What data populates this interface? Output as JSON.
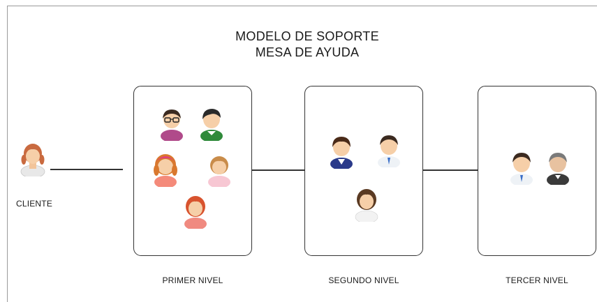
{
  "diagram": {
    "title_line1": "MODELO DE SOPORTE",
    "title_line2": "MESA DE AYUDA",
    "client_label": "CLIENTE",
    "levels": [
      {
        "label": "PRIMER NIVEL"
      },
      {
        "label": "SEGUNDO NIVEL"
      },
      {
        "label": "TERCER NIVEL"
      }
    ]
  },
  "icons": {
    "client": "client-avatar-icon",
    "agents": "person-avatar-icon"
  },
  "colors": {
    "box_border": "#333333",
    "connector": "#333333",
    "frame": "#9a9a9a"
  }
}
